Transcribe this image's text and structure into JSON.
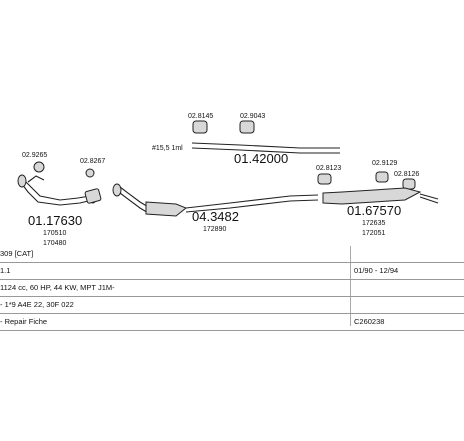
{
  "parts": {
    "front_pipe": {
      "number": "01.17630",
      "subs": [
        "170510",
        "170480"
      ],
      "clamps": [
        "02.9265",
        "02.8267"
      ]
    },
    "catalyst": {
      "number": "04.3482",
      "sub": "172890"
    },
    "rear_pipe": {
      "number": "01.42000",
      "note": "#15,5 1ml",
      "clamps": [
        "02.8145",
        "02.9043"
      ]
    },
    "rear_silencer": {
      "number": "01.67570",
      "subs": [
        "172635",
        "172051"
      ],
      "clamps": [
        "02.8123",
        "02.9129",
        "02.8126"
      ]
    }
  },
  "table": {
    "rows": [
      {
        "left": "309  [CAT]",
        "right": ""
      },
      {
        "left": "1.1",
        "right": "01/90 - 12/94"
      },
      {
        "left": "1124 cc, 60 HP, 44 KW, MPT J1M-",
        "right": ""
      },
      {
        "left": "- 1*9 A4E 22, 30F 022",
        "right": ""
      },
      {
        "left": "- Repair Fiche",
        "right": "C260238"
      }
    ]
  }
}
